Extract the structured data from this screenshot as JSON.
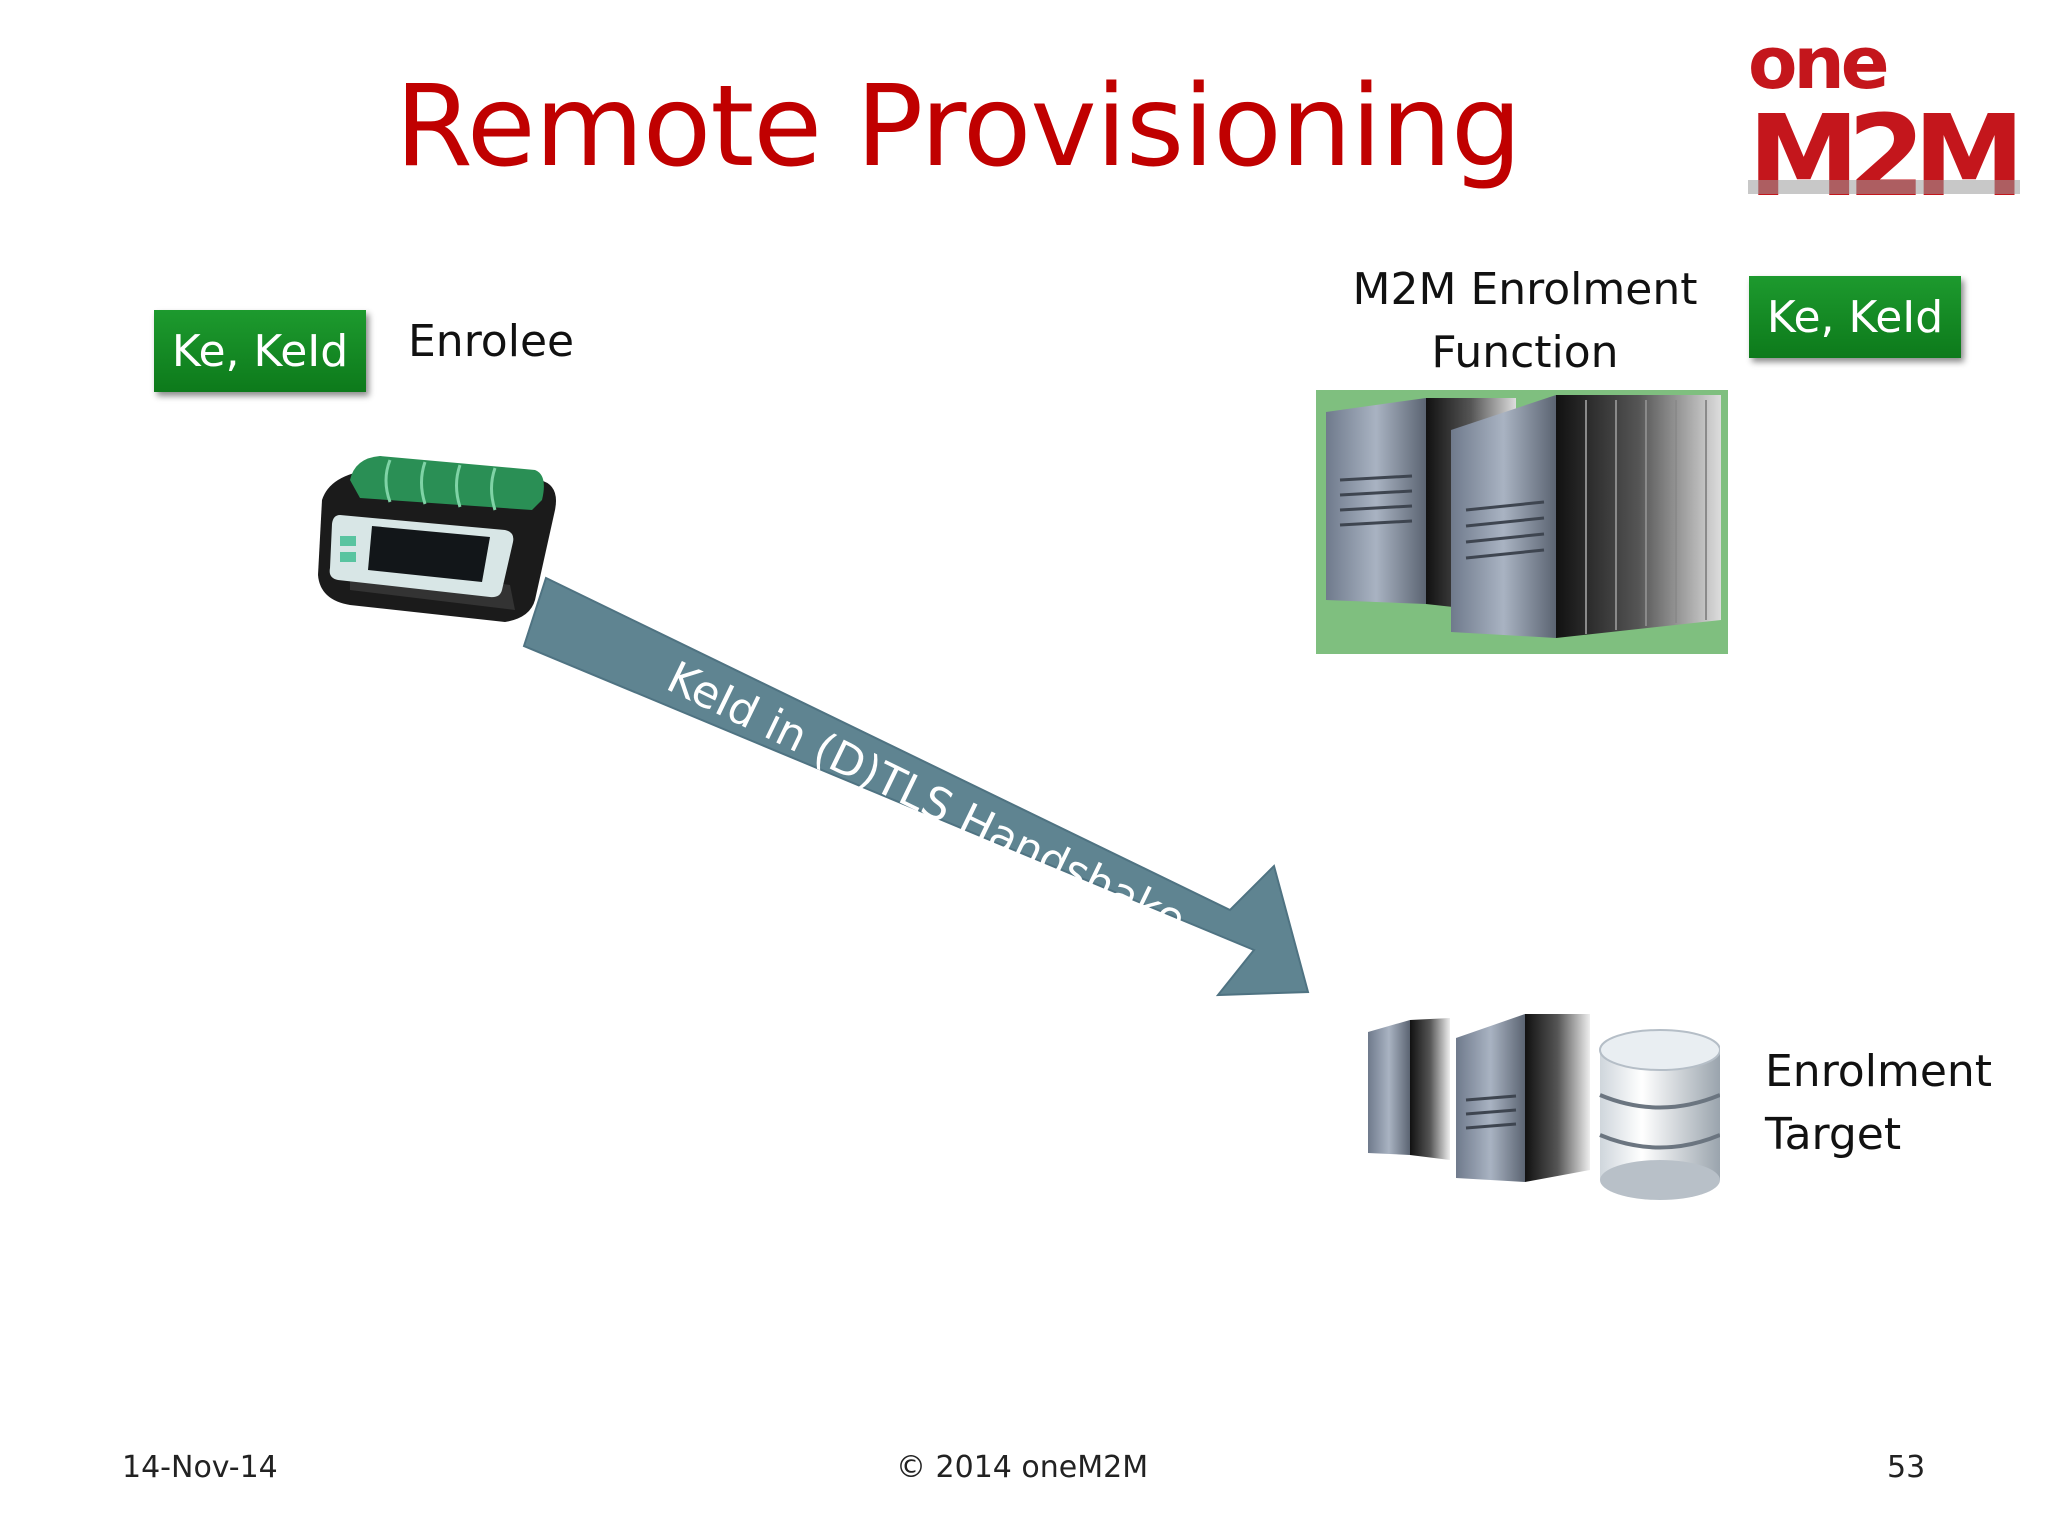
{
  "slide": {
    "title": "Remote Provisioning",
    "logo": {
      "top": "one",
      "bottom": "M2M"
    },
    "enrolee": {
      "key_label": "Ke, KeId",
      "name": "Enrolee"
    },
    "enrolment_function": {
      "name_line1": "M2M Enrolment",
      "name_line2": "Function",
      "key_label": "Ke, KeId"
    },
    "arrow_label": "KeId in (D)TLS Handshake",
    "enrolment_target": {
      "name_line1": "Enrolment",
      "name_line2": "Target"
    },
    "footer": {
      "date": "14-Nov-14",
      "copyright": "© 2014 oneM2M",
      "page_number": "53"
    }
  },
  "colors": {
    "title": "#c00000",
    "key_box": "#138a24",
    "arrow": "#5f8491",
    "server_backdrop": "#7fbf7f"
  },
  "icons": [
    "onem2m-logo",
    "device-icon",
    "server-rack-icon",
    "database-icon"
  ]
}
